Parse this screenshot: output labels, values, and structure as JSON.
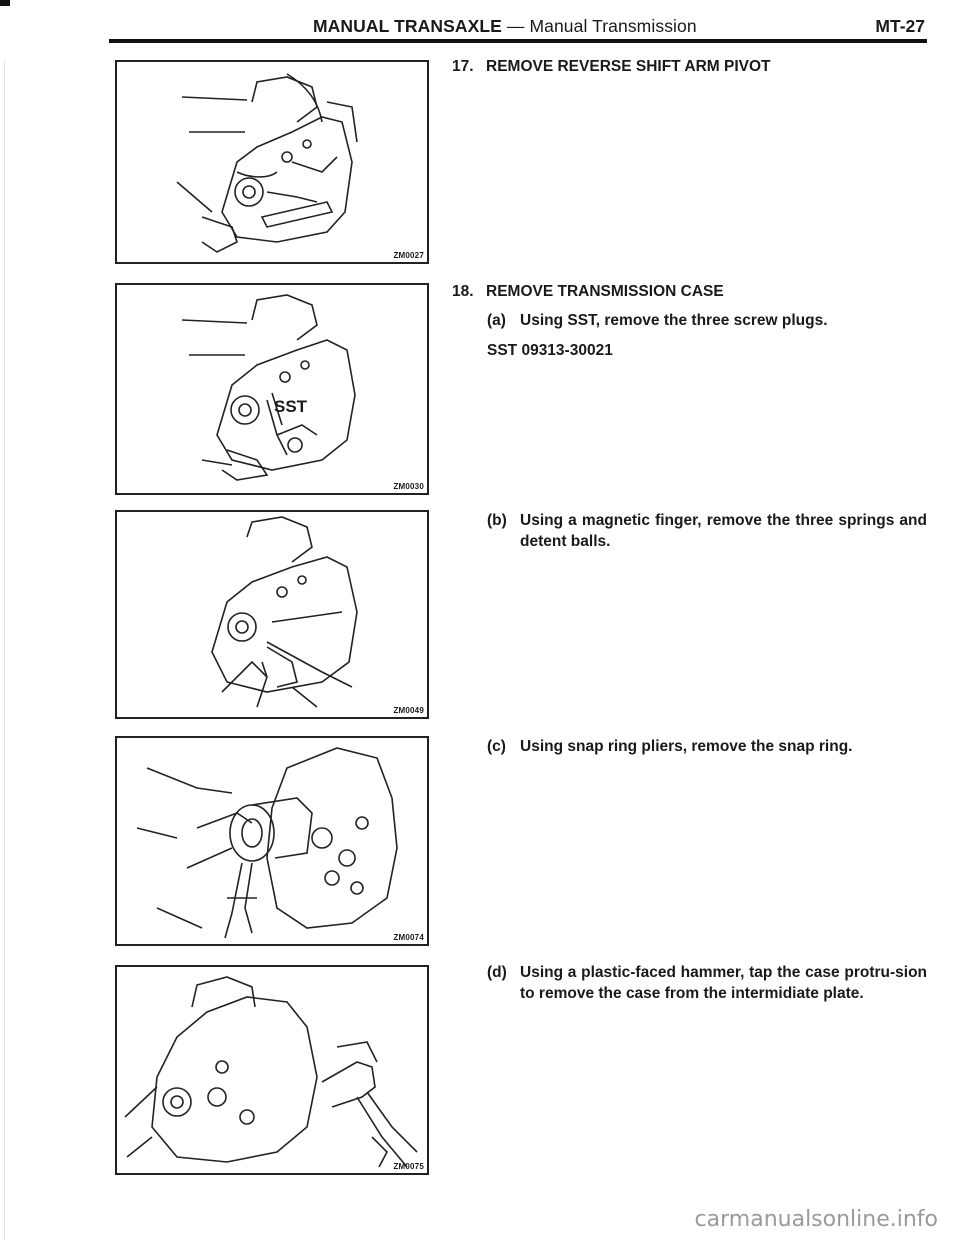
{
  "header": {
    "section": "MANUAL TRANSAXLE",
    "dash": " — ",
    "subsection": "Manual Transmission",
    "page": "MT-27"
  },
  "figures": [
    {
      "code": "ZM0027"
    },
    {
      "code": "ZM0030",
      "callout": "SST"
    },
    {
      "code": "ZM0049"
    },
    {
      "code": "ZM0074"
    },
    {
      "code": "ZM0075"
    }
  ],
  "steps": [
    {
      "num": "17.",
      "title": "REMOVE REVERSE SHIFT ARM PIVOT"
    },
    {
      "num": "18.",
      "title": "REMOVE TRANSMISSION CASE"
    }
  ],
  "substeps": [
    {
      "label": "(a)",
      "text": "Using SST, remove the three screw plugs."
    },
    {
      "label": "(b)",
      "text": "Using a magnetic finger, remove the three springs and detent balls."
    },
    {
      "label": "(c)",
      "text": "Using snap ring pliers, remove the snap ring."
    },
    {
      "label": "(d)",
      "text": "Using a plastic-faced hammer, tap the case protru-sion to remove the case from the intermidiate plate."
    }
  ],
  "sst_line": "SST 09313-30021",
  "watermark": "carmanualsonline.info"
}
